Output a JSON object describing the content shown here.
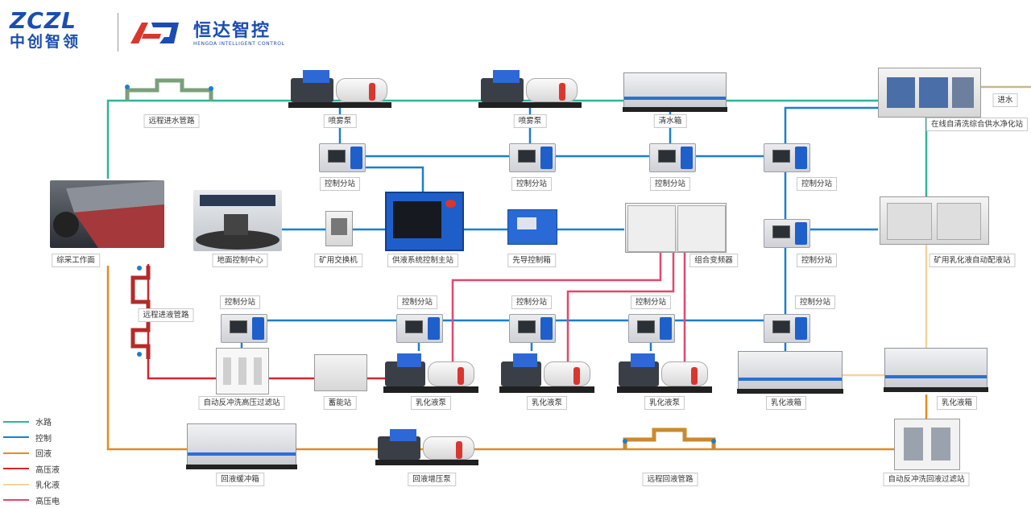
{
  "brand": {
    "zczl_logo_text": "ZCZL",
    "zczl_name": "中创智领",
    "hengda_name": "恒达智控",
    "hengda_en": "HENGDA INTELLIGENT CONTROL"
  },
  "legend": [
    {
      "label": "水路",
      "color": "#2bb59b"
    },
    {
      "label": "控制",
      "color": "#1a7fd0"
    },
    {
      "label": "回液",
      "color": "#e58a1f"
    },
    {
      "label": "高压液",
      "color": "#d3262b"
    },
    {
      "label": "乳化液",
      "color": "#f1d59a"
    },
    {
      "label": "高压电",
      "color": "#e0486b"
    }
  ],
  "labels": {
    "remote_water_pipe": "远程进水管路",
    "spray_pump_1": "喷雾泵",
    "spray_pump_2": "喷雾泵",
    "clean_water_tank": "清水箱",
    "water_purification_station": "在线自清洗综合供水净化站",
    "water_inlet": "进水",
    "control_substation_r1_1": "控制分站",
    "control_substation_r1_2": "控制分站",
    "control_substation_r1_3": "控制分站",
    "control_substation_r1_4": "控制分站",
    "mining_face": "综采工作面",
    "ground_control_center": "地面控制中心",
    "mining_switch": "矿用交换机",
    "supply_main_station": "供液系统控制主站",
    "pilot_control_box": "先导控制箱",
    "combined_inverter": "组合变频器",
    "control_substation_r2": "控制分站",
    "emulsion_dosing_station": "矿用乳化液自动配液站",
    "remote_fluid_pipe": "远程进液管路",
    "control_substation_r3_1": "控制分站",
    "control_substation_r3_2": "控制分站",
    "control_substation_r3_3": "控制分站",
    "control_substation_r3_4": "控制分站",
    "control_substation_r3_5": "控制分站",
    "hp_filter_station": "自动反冲洗高压过滤站",
    "energy_storage_station": "蓄能站",
    "emulsion_pump_1": "乳化液泵",
    "emulsion_pump_2": "乳化液泵",
    "emulsion_pump_3": "乳化液泵",
    "emulsion_tank_1": "乳化液箱",
    "emulsion_tank_2": "乳化液箱",
    "return_buffer_tank": "回液缓冲箱",
    "return_booster_pump": "回液增压泵",
    "remote_return_pipe": "远程回液管路",
    "return_filter_station": "自动反冲洗回液过滤站"
  }
}
